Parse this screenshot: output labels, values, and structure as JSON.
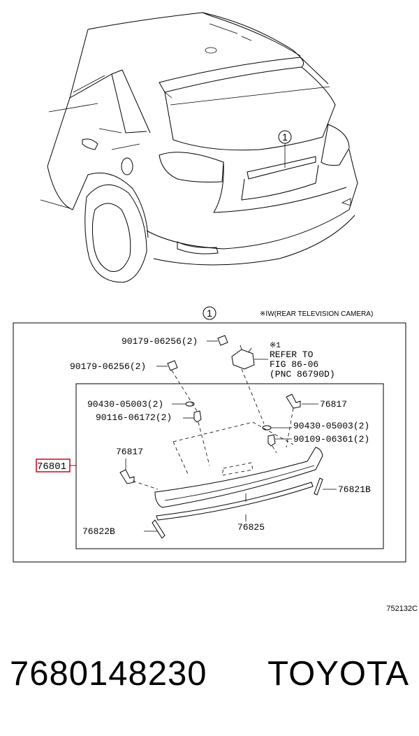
{
  "diagram": {
    "callout_number": "1",
    "note": "※ⅠW(REAR TELEVISION CAMERA)",
    "refer": {
      "mark": "※1",
      "line1": "REFER TO",
      "line2": "FIG 86-06",
      "line3": "(PNC 86790D)"
    },
    "labels": {
      "clip_a": "90179-06256(2)",
      "clip_b": "90179-06256(2)",
      "washer_l": "90430-05003(2)",
      "bolt_l": "90116-06172(2)",
      "washer_r": "90430-05003(2)",
      "bolt_r": "90109-06361(2)",
      "clip_r": "76817",
      "clip_l": "76817",
      "garnish": "76801",
      "seal_r": "76821B",
      "seal_l": "76822B",
      "moulding": "76825"
    },
    "figure_code": "752132C"
  },
  "footer": {
    "part_number": "7680148230",
    "brand": "TOYOTA"
  },
  "colors": {
    "highlight": "#d0021b",
    "ink": "#000000"
  }
}
